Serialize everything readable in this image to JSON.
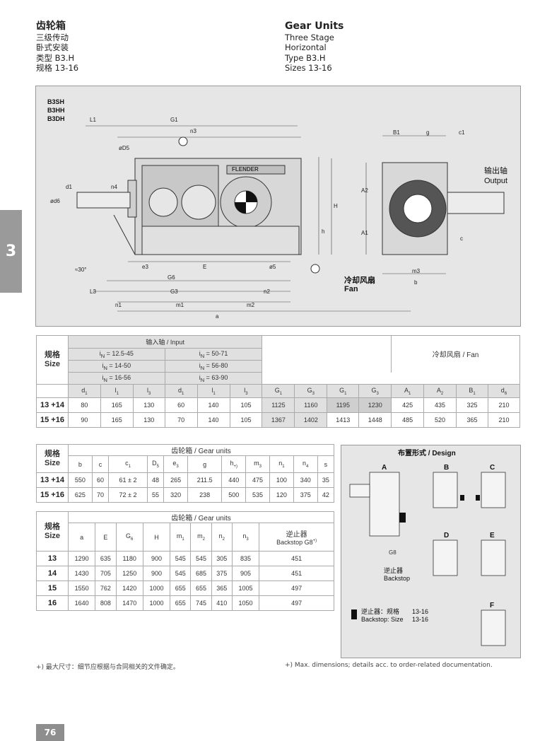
{
  "header_left": {
    "title": "齿轮箱",
    "l1": "三级传动",
    "l2": "卧式安装",
    "l3": "类型 B3.H",
    "l4": "规格 13-16"
  },
  "header_right": {
    "title": "Gear Units",
    "l1": "Three Stage",
    "l2": "Horizontal",
    "l3": "Type B3.H",
    "l4": "Sizes 13-16"
  },
  "side_tab": "3",
  "drawing": {
    "types": [
      "B3SH",
      "B3HH",
      "B3DH"
    ],
    "brand": "FLENDER",
    "output_cn": "输出轴",
    "output_en": "Output",
    "fan_cn": "冷却风扇",
    "fan_en": "Fan",
    "dims": {
      "L1": "L1",
      "G1": "G1",
      "n3": "n3",
      "D5": "øD5",
      "d1": "d1",
      "d6": "ød6",
      "n4": "n4",
      "H": "H",
      "h": "h",
      "angle": "≈30°",
      "e3": "e3",
      "E": "E",
      "phi5": "ø5",
      "G6": "G6",
      "L3": "L3",
      "G3": "G3",
      "n2": "n2",
      "n1": "n1",
      "m1": "m1",
      "m2": "m2",
      "a": "a",
      "B1": "B1",
      "g": "g",
      "c1": "c1",
      "A2": "A2",
      "A1": "A1",
      "c": "c",
      "m3": "m3",
      "b": "b"
    }
  },
  "t1": {
    "size_cn": "规格",
    "size_en": "Size",
    "input_cn": "输入轴",
    "input_en": " / Input",
    "fan_cn": "冷却风扇",
    "fan_en": " / Fan",
    "ratios_a": [
      "i",
      "N",
      "= 12.5-45"
    ],
    "ratios_b": [
      "i",
      "N",
      "= 50-71"
    ],
    "ratios_c": [
      "i",
      "N",
      "= 14-50"
    ],
    "ratios_d": [
      "i",
      "N",
      "= 56-80"
    ],
    "ratios_e": [
      "i",
      "N",
      "= 16-56"
    ],
    "ratios_f": [
      "i",
      "N",
      "= 63-90"
    ],
    "cols": [
      [
        "d",
        "1"
      ],
      [
        "l",
        "1"
      ],
      [
        "l",
        "3"
      ],
      [
        "d",
        "1"
      ],
      [
        "l",
        "1"
      ],
      [
        "l",
        "3"
      ],
      [
        "G",
        "1"
      ],
      [
        "G",
        "3"
      ],
      [
        "G",
        "1"
      ],
      [
        "G",
        "3"
      ],
      [
        "A",
        "1"
      ],
      [
        "A",
        "2"
      ],
      [
        "B",
        "1"
      ],
      [
        "d",
        "6"
      ]
    ],
    "rows": [
      {
        "label": "13 +14",
        "values": [
          "80",
          "165",
          "130",
          "60",
          "140",
          "105",
          "1125",
          "1160",
          "1195",
          "1230",
          "425",
          "435",
          "325",
          "210"
        ]
      },
      {
        "label": "15 +16",
        "values": [
          "90",
          "165",
          "130",
          "70",
          "140",
          "105",
          "1367",
          "1402",
          "1413",
          "1448",
          "485",
          "520",
          "365",
          "210"
        ]
      }
    ]
  },
  "t2": {
    "size_cn": "规格",
    "size_en": "Size",
    "group_cn": "齿轮箱",
    "group_en": " / Gear units",
    "cols": [
      [
        "b",
        ""
      ],
      [
        "c",
        ""
      ],
      [
        "c",
        "1"
      ],
      [
        "D",
        "5"
      ],
      [
        "e",
        "3"
      ],
      [
        "g",
        ""
      ],
      [
        "h",
        "+)"
      ],
      [
        "m",
        "3"
      ],
      [
        "n",
        "1"
      ],
      [
        "n",
        "4"
      ],
      [
        "s",
        ""
      ]
    ],
    "rows": [
      {
        "label": "13 +14",
        "values": [
          "550",
          "60",
          "61 ± 2",
          "48",
          "265",
          "211.5",
          "440",
          "475",
          "100",
          "340",
          "35"
        ]
      },
      {
        "label": "15 +16",
        "values": [
          "625",
          "70",
          "72 ± 2",
          "55",
          "320",
          "238",
          "500",
          "535",
          "120",
          "375",
          "42"
        ]
      }
    ]
  },
  "t3": {
    "size_cn": "规格",
    "size_en": "Size",
    "group_cn": "齿轮箱",
    "group_en": " / Gear units",
    "cols": [
      [
        "a",
        ""
      ],
      [
        "E",
        ""
      ],
      [
        "G",
        "6"
      ],
      [
        "H",
        ""
      ],
      [
        "m",
        "1"
      ],
      [
        "m",
        "2"
      ],
      [
        "n",
        "2"
      ],
      [
        "n",
        "3"
      ]
    ],
    "bs_cn": "逆止器",
    "bs_en": "Backstop G8",
    "bs_sup": "+)",
    "rows": [
      {
        "label": "13",
        "values": [
          "1290",
          "635",
          "1180",
          "900",
          "545",
          "545",
          "305",
          "835",
          "451"
        ]
      },
      {
        "label": "14",
        "values": [
          "1430",
          "705",
          "1250",
          "900",
          "545",
          "685",
          "375",
          "905",
          "451"
        ]
      },
      {
        "label": "15",
        "values": [
          "1550",
          "762",
          "1420",
          "1000",
          "655",
          "655",
          "365",
          "1005",
          "497"
        ]
      },
      {
        "label": "16",
        "values": [
          "1640",
          "808",
          "1470",
          "1000",
          "655",
          "745",
          "410",
          "1050",
          "497"
        ]
      }
    ]
  },
  "design": {
    "title_cn": "布置形式",
    "title_en": " / Design",
    "labels": [
      "A",
      "B",
      "C",
      "D",
      "E",
      "F"
    ],
    "g8": "G8",
    "backstop_cn": "逆止器",
    "backstop_en": "Backstop",
    "legend_cn": "逆止器：规格",
    "legend_en": "Backstop: Size",
    "legend_v1": "13-16",
    "legend_v2": "13-16"
  },
  "footnote_cn": "+) 最大尺寸：细节应根据与合同相关的文件确定。",
  "footnote_en": "+) Max. dimensions; details acc. to order-related documentation.",
  "page_number": "76"
}
